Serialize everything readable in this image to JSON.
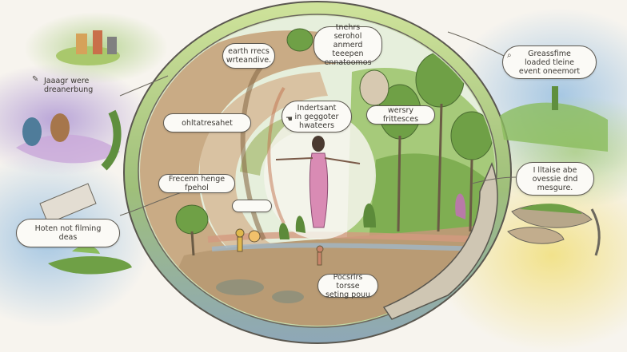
{
  "labels": {
    "top_left": "Jaaagr were\ndreanerbung",
    "bottom_left": "Hoten not filming\ndeas",
    "center_left_top": "ohltatresahet",
    "center_left_mid": "Frecenn henge fpehol",
    "mid_top": "earth rrecs\nwrteandive.",
    "top_center": "tnehrs serohol\nanmerd teeepen\nennatoomos",
    "center_figure": "Indertsant\nin geggoter\nhwateers",
    "center_small": "",
    "right_middle": "wersry frittesces",
    "top_right": "Greassfime\nloaded tleine\nevent oneemort",
    "right": "I lltaise abe\novessie dnd\nmesgure.",
    "bottom_center": "Pocsrlrs torsse\nseting pouu"
  },
  "icons": {
    "top_right": "magnifier-icon",
    "top_left": "leaf-icon",
    "center": "hand-icon"
  },
  "colors": {
    "rim": "#b9b29e",
    "sky_left": "#b7cfe2",
    "sky_right": "#a9c9e4",
    "earth": "#c9ab85",
    "forest": "#5f8f3e",
    "path": "#a58961",
    "ink": "#4e4a42",
    "figure": "#d98bb4",
    "purple_wash": "#b69ad4",
    "yellow_wash": "#efe08e"
  }
}
